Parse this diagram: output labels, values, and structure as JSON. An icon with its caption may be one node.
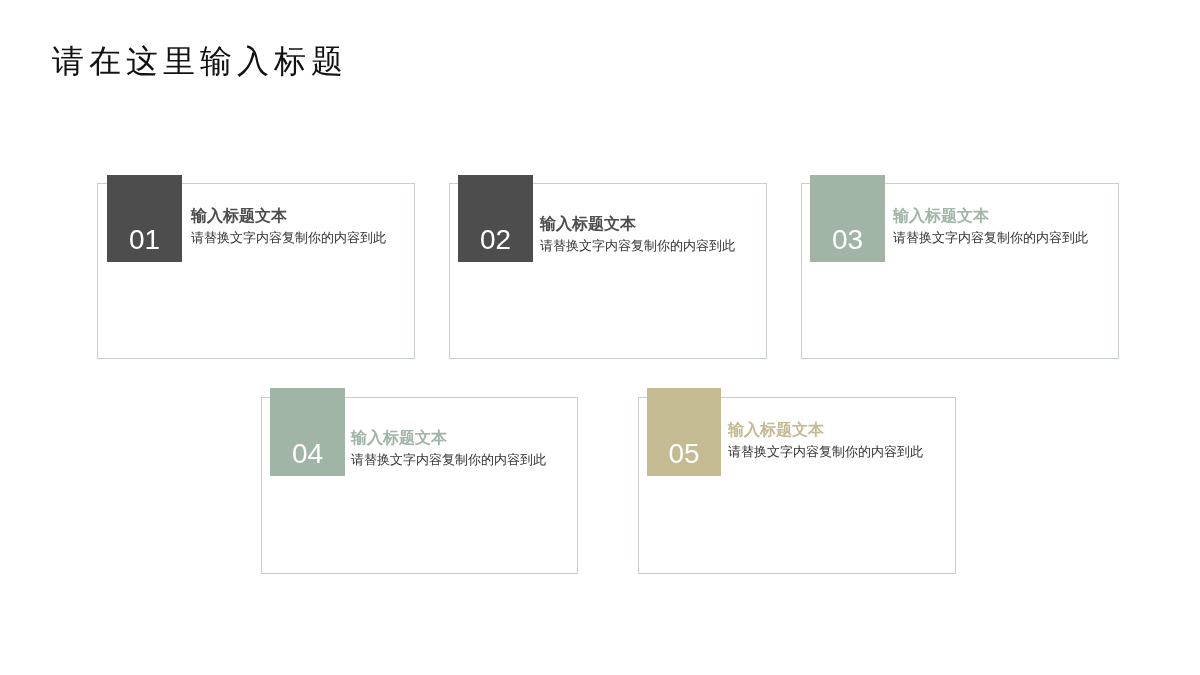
{
  "diagram": {
    "title": "请在这里输入标题",
    "nodes": [
      {
        "text": [
          "01"
        ]
      },
      {
        "text": [
          "输入标题文本",
          "请替换文字内容复制你的内容到此"
        ]
      },
      {
        "text": [
          "02"
        ]
      },
      {
        "text": [
          "输入标题文本",
          "请替换文字内容复制你的内容到此"
        ]
      },
      {
        "text": [
          "03"
        ]
      },
      {
        "text": [
          "输入标题文本",
          "请替换文字内容复制你的内容到此"
        ]
      },
      {
        "text": [
          "04"
        ]
      },
      {
        "text": [
          "输入标题文本",
          "请替换文字内容复制你的内容到此"
        ]
      },
      {
        "text": [
          "05"
        ]
      },
      {
        "text": [
          "输入标题文本",
          "请替换文字内容复制你的内容到此"
        ]
      }
    ]
  }
}
